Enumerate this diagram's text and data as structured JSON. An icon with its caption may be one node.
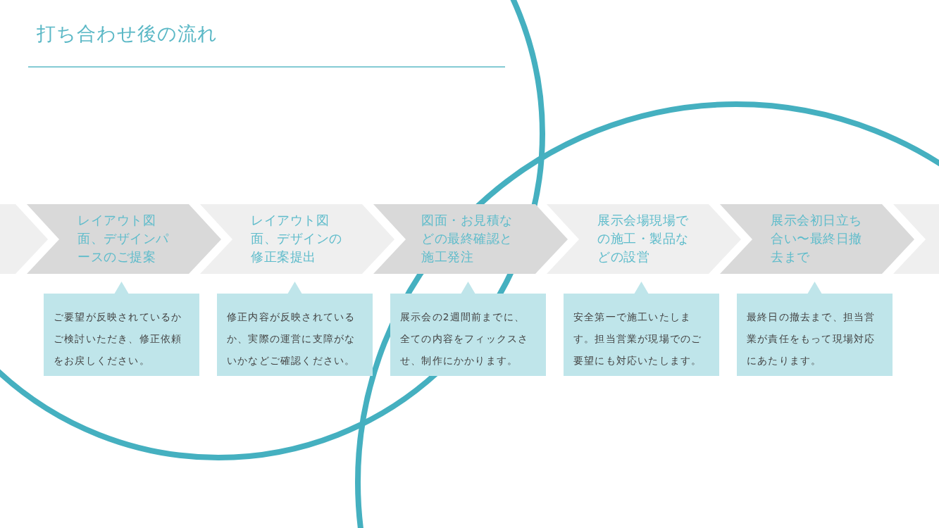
{
  "diagram": {
    "title": "打ち合わせ後の流れ",
    "nodes": [
      {
        "text": [],
        "shape": "chevron"
      },
      {
        "text": [
          "レイアウト図面、デザインパースのご提案"
        ]
      },
      {
        "text": [
          "レイアウト図面、デザインの修正案提出"
        ]
      },
      {
        "text": [
          "図面・お見積などの最終確認と施工発注"
        ]
      },
      {
        "text": [
          "展示会場現場での施工・製品などの設営"
        ]
      },
      {
        "text": [
          "展示会初日立ち合い〜最終日撤去まで"
        ]
      },
      {
        "text": [],
        "shape": "chevron"
      },
      {
        "text": [
          "ご要望が反映されているかご検討いただき、修正依頼をお戻しください。"
        ]
      },
      {
        "text": [
          "修正内容が反映されているか、実際の運営に支障がないかなどご確認ください。"
        ]
      },
      {
        "text": [
          "展示会の2週間前までに、全ての内容をフィックスさせ、制作にかかります。"
        ]
      },
      {
        "text": [
          "安全第一で施工いたします。担当営業が現場でのご要望にも対応いたします。"
        ]
      },
      {
        "text": [
          "最終日の撤去まで、担当営業が責任をもって現場対応にあたります。"
        ]
      }
    ]
  }
}
